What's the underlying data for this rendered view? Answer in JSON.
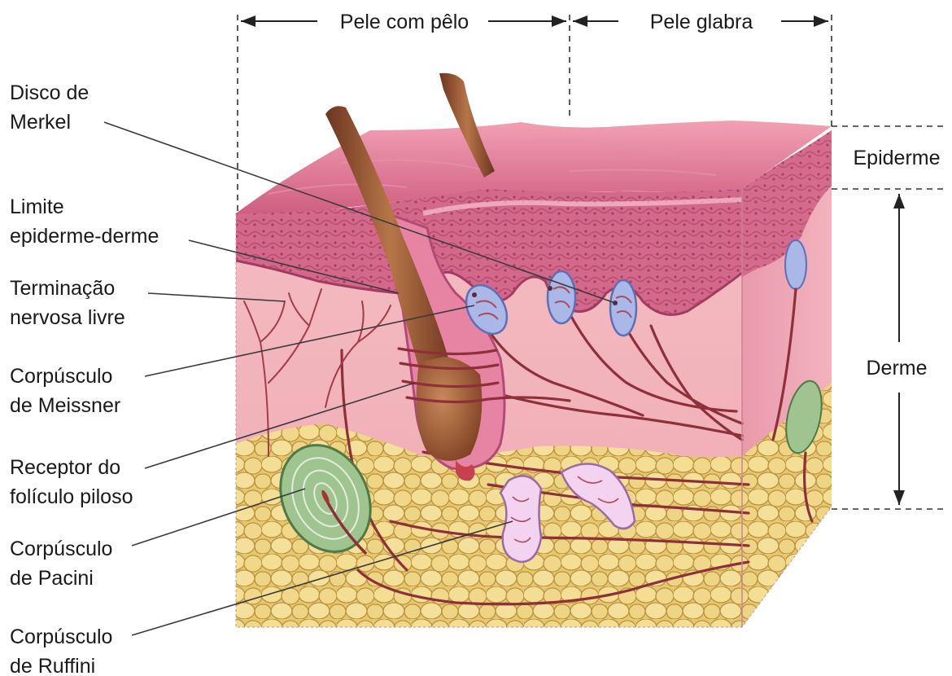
{
  "header": {
    "hairy_skin": "Pele com pêlo",
    "glabrous_skin": "Pele glabra"
  },
  "left_labels": {
    "merkel": [
      "Disco de",
      "Merkel"
    ],
    "boundary": [
      "Limite",
      "epiderme-derme"
    ],
    "free_ending": [
      "Terminação",
      "nervosa livre"
    ],
    "meissner": [
      "Corpúsculo",
      "de Meissner"
    ],
    "follicle": [
      "Receptor do",
      "folículo piloso"
    ],
    "pacini": [
      "Corpúsculo",
      "de Pacini"
    ],
    "ruffini": [
      "Corpúsculo",
      "de Ruffini"
    ]
  },
  "right_labels": {
    "epidermis": "Epiderme",
    "dermis": "Derme"
  },
  "colors": {
    "epidermis": "#d9728f",
    "dermis": "#f1b2b9",
    "hypodermis_fat": "#ecd17b",
    "hair": "#8a4a2e",
    "nerve": "#8e2f3a",
    "meissner": "#a9b8e6",
    "pacini": "#9fc48f"
  }
}
